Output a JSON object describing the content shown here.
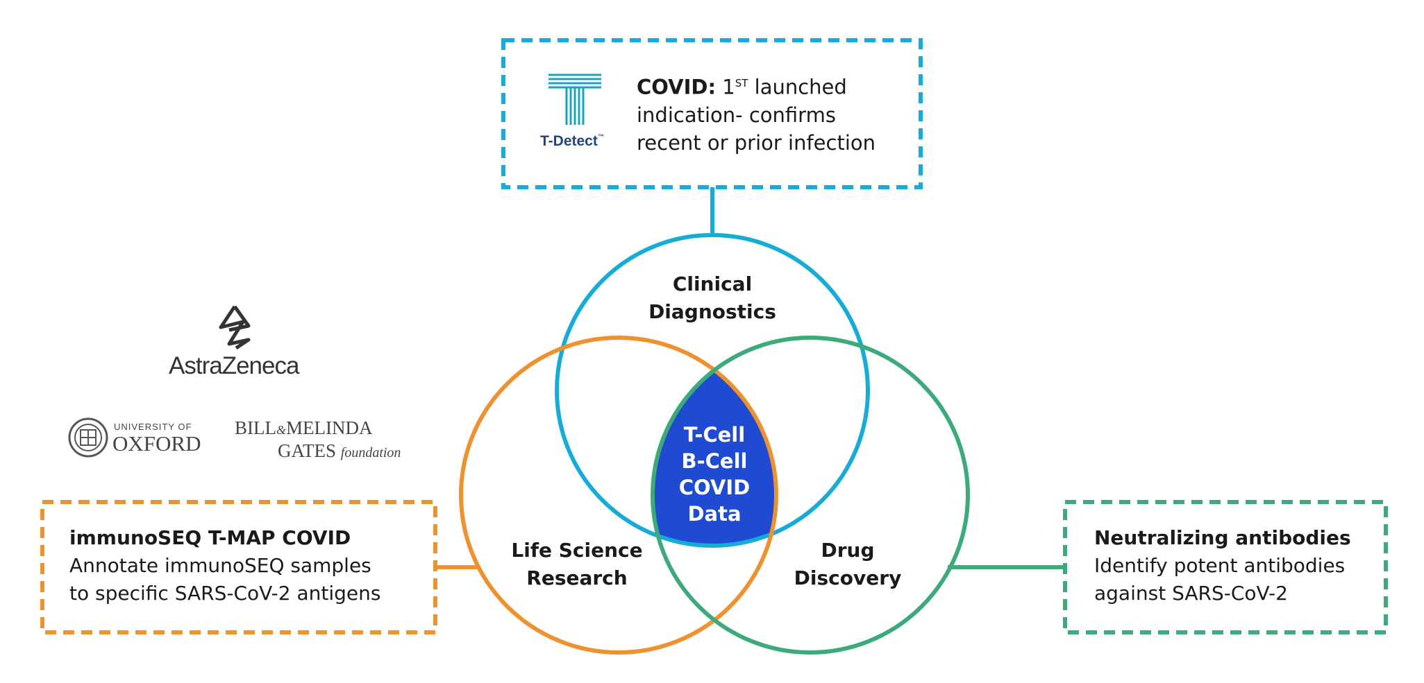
{
  "colors": {
    "clinical": "#17ACD8",
    "life_science": "#EE9230",
    "drug": "#3DAA7C",
    "center": "#1E4BD2",
    "tdetect_logo": "#21447E"
  },
  "top_callout": {
    "logo": {
      "icon": "t-detect-logo-icon",
      "name": "T-Detect",
      "tm": "™"
    },
    "heading": "COVID:",
    "heading_rest_prefix": " 1",
    "superscript": "ST",
    "heading_rest_suffix": " launched",
    "line2": "indication- confirms",
    "line3": "recent or prior infection"
  },
  "left_callout": {
    "heading": "immunoSEQ T-MAP COVID",
    "line2": "Annotate immunoSEQ samples",
    "line3": "to specific SARS-CoV-2 antigens"
  },
  "right_callout": {
    "heading": "Neutralizing antibodies",
    "line2": "Identify potent antibodies",
    "line3": "against SARS-CoV-2"
  },
  "circles": {
    "clinical": {
      "line1": "Clinical",
      "line2": "Diagnostics"
    },
    "life_science": {
      "line1": "Life Science",
      "line2": "Research"
    },
    "drug": {
      "line1": "Drug",
      "line2": "Discovery"
    }
  },
  "center": {
    "line1": "T-Cell",
    "line2": "B-Cell",
    "line3": "COVID",
    "line4": "Data"
  },
  "partners": {
    "astrazeneca": {
      "icon": "astrazeneca-logo-icon",
      "name": "AstraZeneca"
    },
    "oxford": {
      "icon": "oxford-crest-icon",
      "top": "UNIVERSITY OF",
      "name": "OXFORD"
    },
    "gates": {
      "line1_a": "BILL",
      "amp": "&",
      "line1_b": "MELINDA",
      "line2_a": "GATES",
      "line2_b": "foundation"
    }
  }
}
